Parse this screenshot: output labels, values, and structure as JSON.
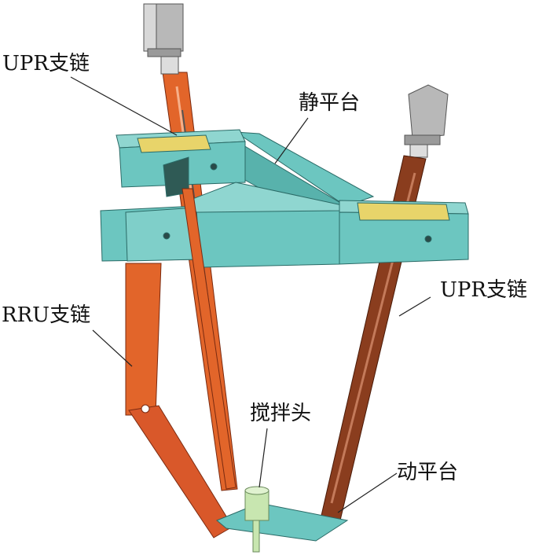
{
  "labels": {
    "upr_left": "UPR支链",
    "static_platform": "静平台",
    "upr_right": "UPR支链",
    "rru": "RRU支链",
    "stirrer": "搅拌头",
    "moving_platform": "动平台"
  },
  "colors": {
    "teal": "#6cc6c0",
    "orange": "#e2652a",
    "brown": "#8a3d1e",
    "gray": "#b8b8b8",
    "yellow": "#e8d46a",
    "green": "#c8e6b0"
  }
}
